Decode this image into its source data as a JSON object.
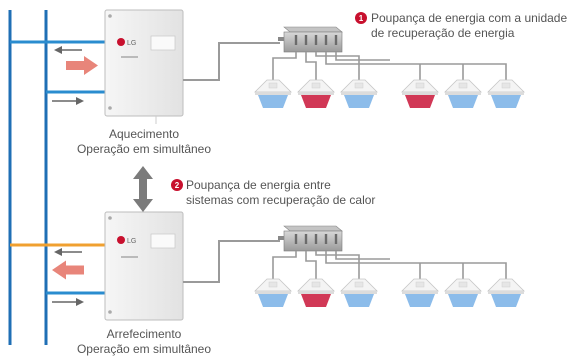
{
  "brand": {
    "logo_text": "LG",
    "logo_color": "#c8102e"
  },
  "colors": {
    "pipe_blue": "#2a8ccf",
    "pipe_orange": "#f0a030",
    "heating_red": "#cc2244",
    "cooling_blue": "#7fb5e8",
    "arrow_salmon": "#e8857a",
    "badge_red": "#c8102e"
  },
  "top_unit": {
    "caption_line1": "Aquecimento",
    "caption_line2": "Operação em simultâneo",
    "indoor_modes": [
      "cooling",
      "heating",
      "cooling",
      "heating",
      "cooling",
      "cooling"
    ]
  },
  "bottom_unit": {
    "caption_line1": "Arrefecimento",
    "caption_line2": "Operação em simultâneo",
    "indoor_modes": [
      "cooling",
      "heating",
      "cooling",
      "cooling",
      "cooling",
      "cooling"
    ]
  },
  "notes": [
    {
      "badge": "1",
      "line1": "Poupança de energia com a unidade",
      "line2": "de recuperação de energia"
    },
    {
      "badge": "2",
      "line1": "Poupança de energia  entre",
      "line2": "sistemas com recuperação de calor"
    }
  ],
  "icons": [
    "double-arrow-vertical-icon",
    "flow-arrow-icon",
    "number-badge-icon"
  ]
}
